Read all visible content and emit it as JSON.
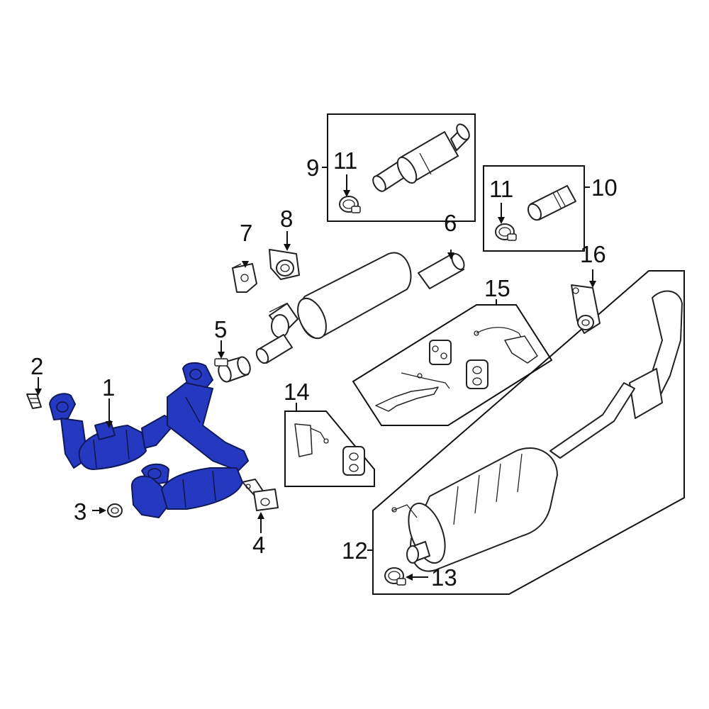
{
  "colors": {
    "highlight": "#2438c0",
    "highlight_shade": "#1a2a9c",
    "line": "#222222",
    "background": "#ffffff"
  },
  "callouts": {
    "c1": "1",
    "c2": "2",
    "c3": "3",
    "c4": "4",
    "c5": "5",
    "c6": "6",
    "c7": "7",
    "c8": "8",
    "c9": "9",
    "c10": "10",
    "c11a": "11",
    "c11b": "11",
    "c12": "12",
    "c13": "13",
    "c14": "14",
    "c15": "15",
    "c16": "16"
  },
  "highlighted_part": "1"
}
